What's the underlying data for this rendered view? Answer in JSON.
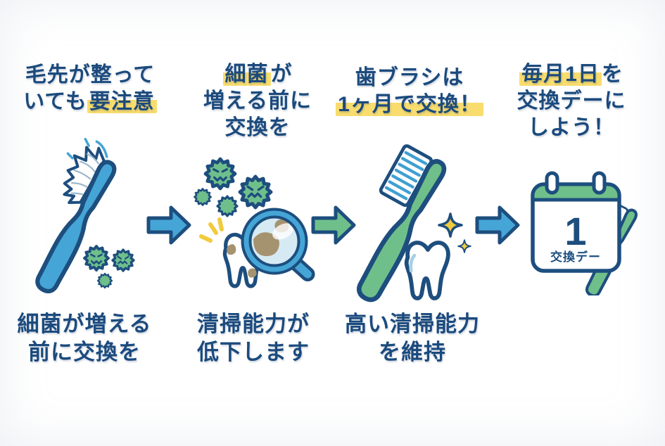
{
  "colors": {
    "navy": "#1d4e7e",
    "text": "#1b4a7d",
    "blue": "#45a5d6",
    "blue-light": "#3f9fd2",
    "green": "#6fbf8b",
    "yellow": "#f8dc6e",
    "sparkle": "#f2cb3c",
    "stain": "#a5926e",
    "glass": "#d6eaf4",
    "bg": "#ffffff"
  },
  "panels": [
    {
      "name": "worn-brush-warning",
      "title": {
        "l1": "毛先が整って",
        "l2_pre": "いても",
        "l2_hl": "要注意"
      },
      "caption": {
        "l1": "細菌が増える",
        "l2": "前に交換を"
      },
      "icon": "worn-toothbrush-with-germs"
    },
    {
      "name": "replace-before-germs",
      "title": {
        "l1_hl": "細菌",
        "l1_post": "が",
        "l2": "増える前に",
        "l3": "交換を"
      },
      "caption": {
        "l1": "清掃能力が",
        "l2": "低下します"
      },
      "icon": "germs-and-magnified-stained-tooth"
    },
    {
      "name": "replace-monthly",
      "title": {
        "l1": "歯ブラシは",
        "l2_hl": "1ヶ月で交換！"
      },
      "caption": {
        "l1": "高い清掃能力",
        "l2": "を維持"
      },
      "icon": "new-toothbrush-with-clean-tooth"
    },
    {
      "name": "set-replacement-day",
      "title": {
        "l1_hl": "毎月1日",
        "l1_post": "を",
        "l2": "交換デーに",
        "l3": "しよう！"
      },
      "calendar": {
        "day": "1",
        "label": "交換デー"
      },
      "icon": "calendar-with-toothbrush"
    }
  ],
  "arrows": [
    {
      "direction": "right",
      "color": "#45a5d6"
    },
    {
      "direction": "right",
      "color": "#6fbf8b"
    },
    {
      "direction": "right",
      "color": "#45a5d6"
    }
  ],
  "icons": {
    "worn_toothbrush": "frayed-toothbrush",
    "germ": "spiky-bacteria-with-angry-face",
    "magnifier_tooth": "magnifying-glass-over-stained-tooth",
    "new_toothbrush": "toothbrush-with-straight-bristles",
    "clean_tooth": "sparkling-tooth",
    "calendar": "calendar-showing-day-1",
    "arrow": "right-arrow"
  }
}
